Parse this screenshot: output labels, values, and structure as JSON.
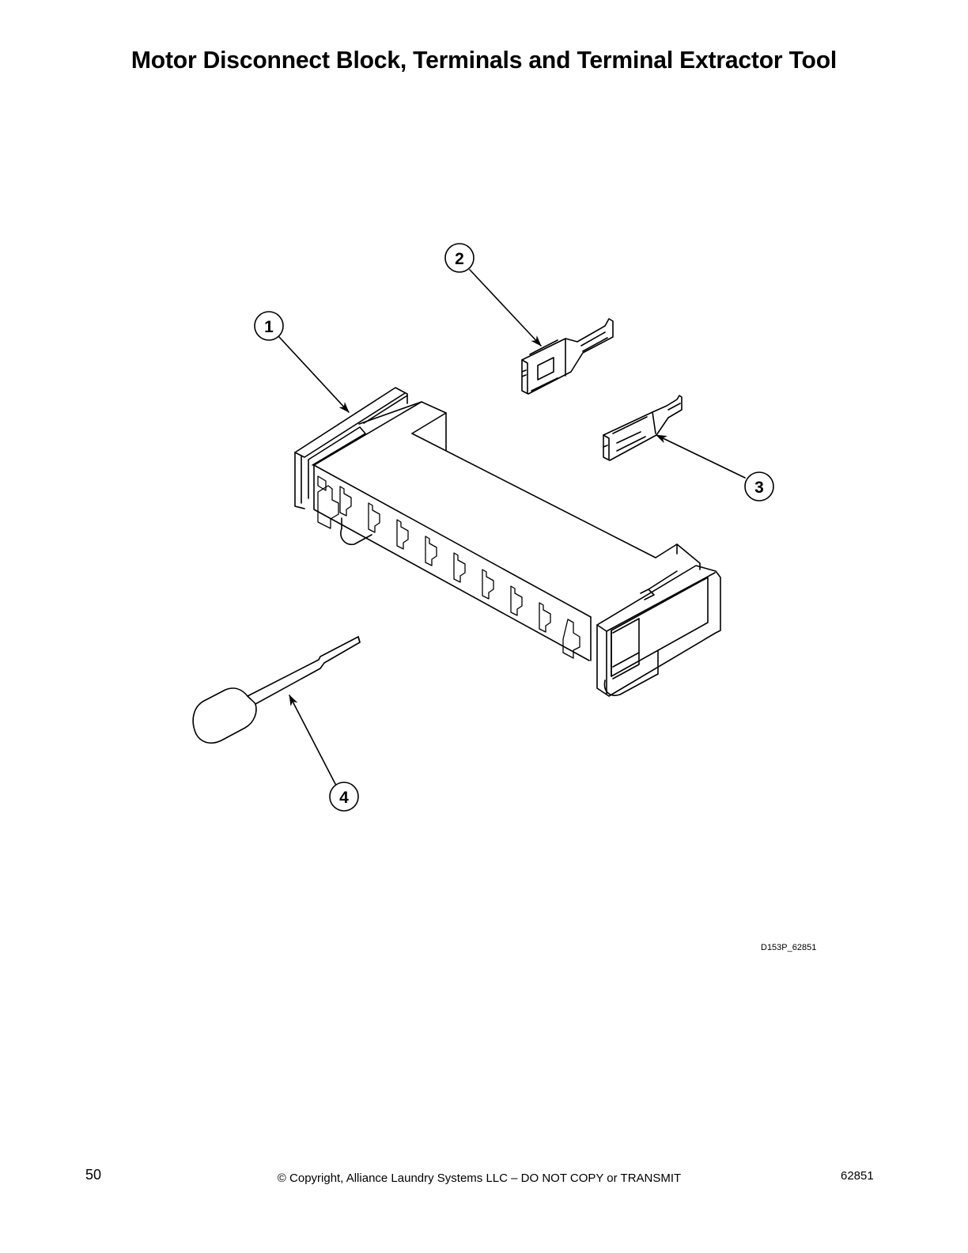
{
  "page": {
    "title": "Motor Disconnect Block, Terminals and Terminal Extractor Tool"
  },
  "figure": {
    "id": "D153P_62851",
    "callouts": [
      {
        "number": "1",
        "part": "motor-disconnect-block"
      },
      {
        "number": "2",
        "part": "terminal-large"
      },
      {
        "number": "3",
        "part": "terminal-small"
      },
      {
        "number": "4",
        "part": "terminal-extractor-tool"
      }
    ]
  },
  "footer": {
    "page_number": "50",
    "copyright": "© Copyright, Alliance Laundry Systems LLC – DO NOT COPY or TRANSMIT",
    "document_number": "62851"
  }
}
